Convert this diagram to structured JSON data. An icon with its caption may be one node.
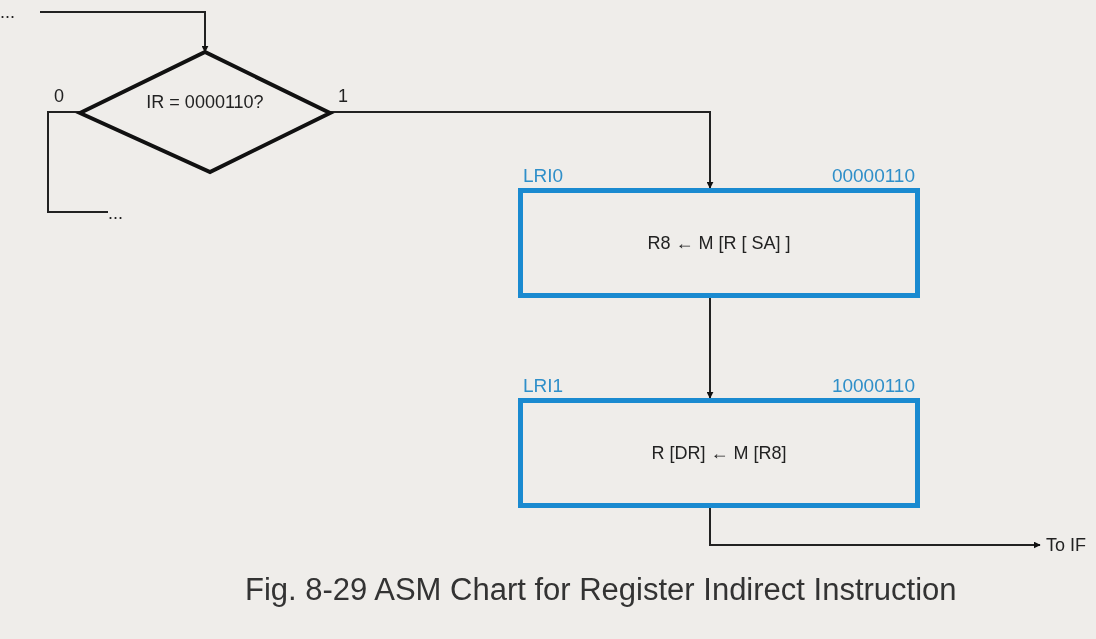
{
  "diagram": {
    "caption": "Fig. 8-29  ASM Chart for Register Indirect Instruction",
    "nodes": [
      {
        "text": [
          "..."
        ]
      },
      {
        "text": [
          "IR = 0000110?"
        ]
      },
      {
        "text": [
          "..."
        ]
      },
      {
        "text": [
          "LRI0",
          "00000110",
          "R8 ← M [R [ SA] ]"
        ]
      },
      {
        "text": [
          "LRI1",
          "10000110",
          "R [DR] ← M [R8]"
        ]
      },
      {
        "text": [
          "To IF"
        ]
      }
    ],
    "edges": [
      {
        "from": 0,
        "to": 1,
        "arrow": "to"
      },
      {
        "from": 1,
        "to": 2,
        "arrow": "none",
        "label": "0"
      },
      {
        "from": 1,
        "to": 3,
        "arrow": "to",
        "label": "1"
      },
      {
        "from": 3,
        "to": 4,
        "arrow": "to"
      },
      {
        "from": 4,
        "to": 5,
        "arrow": "to"
      }
    ]
  }
}
